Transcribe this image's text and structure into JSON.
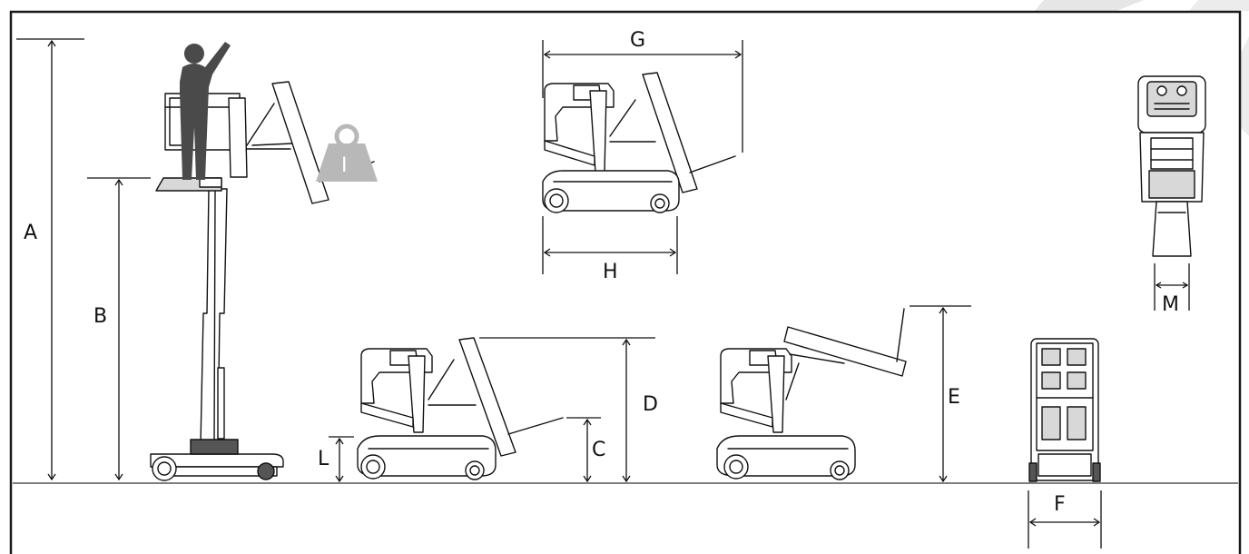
{
  "labels": {
    "A": "A",
    "B": "B",
    "C": "C",
    "D": "D",
    "E": "E",
    "F": "F",
    "G": "G",
    "H": "H",
    "I": "I",
    "L": "L",
    "M": "M"
  },
  "colors": {
    "line": "#111111",
    "person": "#4a4a4a",
    "weight": "#b8b8b8",
    "background": "#ffffff"
  },
  "icons": {
    "person": "person-silhouette-icon",
    "weight": "load-weight-icon"
  }
}
